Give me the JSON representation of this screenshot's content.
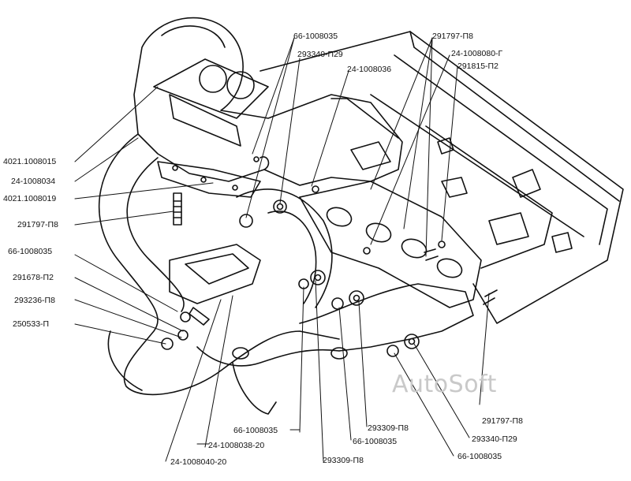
{
  "watermark": "AutoSoft",
  "labels": {
    "l_4021_1008015": "4021.1008015",
    "l_24_1008034": "24-1008034",
    "l_4021_1008019": "4021.1008019",
    "l_291797_p8_left": "291797-П8",
    "l_66_1008035_left": "66-1008035",
    "l_291678_p2": "291678-П2",
    "l_293236_p8": "293236-П8",
    "l_250533_p": "250533-П",
    "l_66_1008035_top": "66-1008035",
    "l_293340_p29_top": "293340-П29",
    "l_24_1008036": "24-1008036",
    "l_291797_p8_top": "291797-П8",
    "l_24_1008080_g": "24-1008080-Г",
    "l_291815_p2": "291815-П2",
    "l_291797_p8_right": "291797-П8",
    "l_293340_p29_bottom": "293340-П29",
    "l_66_1008035_br": "66-1008035",
    "l_293309_p8_a": "293309-П8",
    "l_66_1008035_bm": "66-1008035",
    "l_66_1008035_bl": "66-1008035",
    "l_24_1008038_20": "24-1008038-20",
    "l_293309_p8_b": "293309-П8",
    "l_24_1008040_20": "24-1008040-20"
  }
}
